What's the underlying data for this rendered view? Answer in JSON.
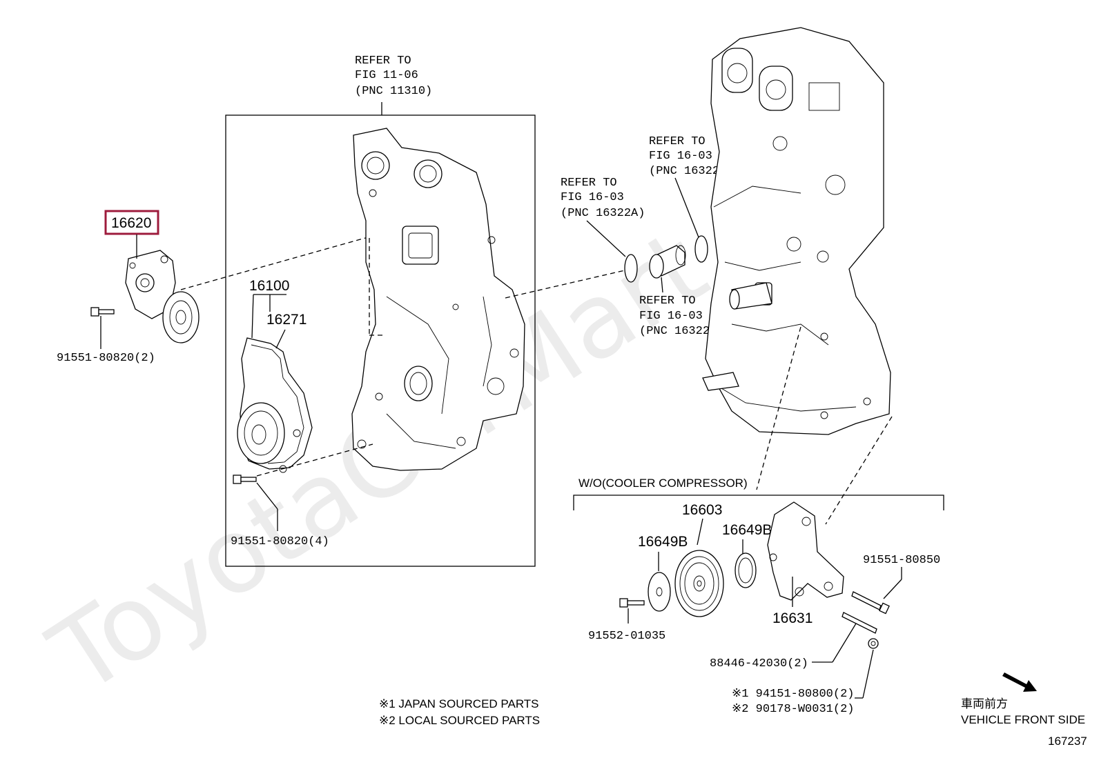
{
  "watermark": "ToyotaCarMart.ru",
  "refs": {
    "cover": {
      "l1": "REFER TO",
      "l2": "FIG 11-06",
      "l3": "(PNC 11310)"
    },
    "oring_top": {
      "l1": "REFER TO",
      "l2": "FIG 16-03",
      "l3": "(PNC 16322A)"
    },
    "oring_mid": {
      "l1": "REFER TO",
      "l2": "FIG 16-03",
      "l3": "(PNC 16322A)"
    },
    "outlet": {
      "l1": "REFER TO",
      "l2": "FIG 16-03",
      "l3": "(PNC 16322)"
    }
  },
  "parts": {
    "tensioner": "16620",
    "pump_group": "16100",
    "gasket": "16271",
    "bolt_tensioner": "91551-80820(2)",
    "bolt_pump": "91551-80820(4)",
    "idler_pulley": "16603",
    "plate_left": "16649B",
    "plate_right": "16649B",
    "bracket": "16631",
    "bolt_bracket": "91551-80850",
    "bolt_idler": "91552-01035",
    "stud": "88446-42030(2)",
    "nut1": "※1 94151-80800(2)",
    "nut2": "※2 90178-W0031(2)"
  },
  "group_label": "W/O(COOLER COMPRESSOR)",
  "notes": {
    "n1": "※1 JAPAN SOURCED PARTS",
    "n2": "※2 LOCAL SOURCED PARTS"
  },
  "direction": {
    "jp": "車両前方",
    "en": "VEHICLE FRONT SIDE"
  },
  "figure_id": "167237"
}
